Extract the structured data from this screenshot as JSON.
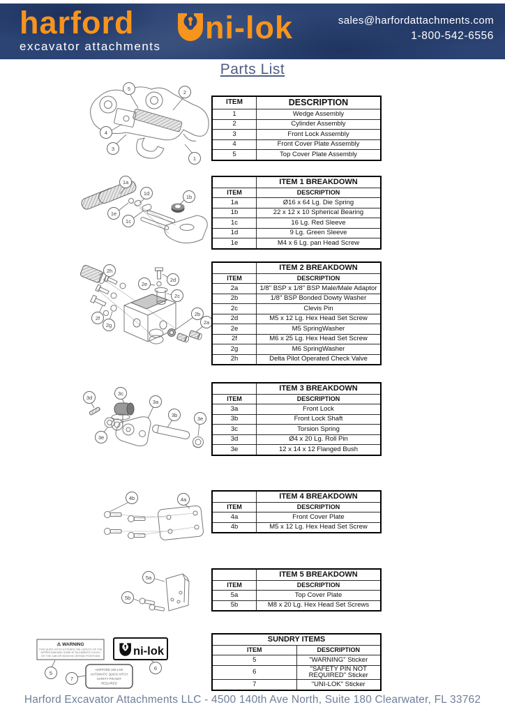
{
  "header": {
    "brand": "harford",
    "brand_sub": "excavator attachments",
    "logo_rest": "ni-lok",
    "email": "sales@harfordattachments.com",
    "phone": "1-800-542-6556"
  },
  "page_title": "Parts List",
  "tables": [
    {
      "title": "",
      "full_span_title": false,
      "headers": [
        "ITEM",
        "DESCRIPTION"
      ],
      "rows": [
        [
          "1",
          "Wedge Assembly"
        ],
        [
          "2",
          "Cylinder Assembly"
        ],
        [
          "3",
          "Front Lock Assembly"
        ],
        [
          "4",
          "Front Cover Plate Assembly"
        ],
        [
          "5",
          "Top Cover Plate Assembly"
        ]
      ]
    },
    {
      "title": "ITEM 1 BREAKDOWN",
      "full_span_title": false,
      "headers": [
        "ITEM",
        "DESCRIPTION"
      ],
      "rows": [
        [
          "1a",
          "Ø16 x 64 Lg. Die Spring"
        ],
        [
          "1b",
          "22 x 12 x 10 Spherical Bearing"
        ],
        [
          "1c",
          "16 Lg. Red Sleeve"
        ],
        [
          "1d",
          "9 Lg. Green Sleeve"
        ],
        [
          "1e",
          "M4 x 6 Lg. pan Head Screw"
        ]
      ]
    },
    {
      "title": "ITEM 2 BREAKDOWN",
      "full_span_title": false,
      "headers": [
        "ITEM",
        "DESCRIPTION"
      ],
      "rows": [
        [
          "2a",
          "1/8\" BSP x 1/8\" BSP Male/Male Adaptor"
        ],
        [
          "2b",
          "1/8\" BSP Bonded Dowty Washer"
        ],
        [
          "2c",
          "Clevis Pin"
        ],
        [
          "2d",
          "M5 x 12 Lg. Hex Head Set Screw"
        ],
        [
          "2e",
          "M5 SpringWasher"
        ],
        [
          "2f",
          "M6 x 25 Lg. Hex Head Set Screw"
        ],
        [
          "2g",
          "M6 SpringWasher"
        ],
        [
          "2h",
          "Delta Pilot Operated Check Valve"
        ]
      ]
    },
    {
      "title": "ITEM 3 BREAKDOWN",
      "full_span_title": false,
      "headers": [
        "ITEM",
        "DESCRIPTION"
      ],
      "rows": [
        [
          "3a",
          "Front Lock"
        ],
        [
          "3b",
          "Front Lock Shaft"
        ],
        [
          "3c",
          "Torsion Spring"
        ],
        [
          "3d",
          "Ø4 x 20 Lg. Roll Pin"
        ],
        [
          "3e",
          "12 x 14 x 12 Flanged Bush"
        ]
      ]
    },
    {
      "title": "ITEM 4 BREAKDOWN",
      "full_span_title": false,
      "headers": [
        "ITEM",
        "DESCRIPTION"
      ],
      "rows": [
        [
          "4a",
          "Front Cover Plate"
        ],
        [
          "4b",
          "M5 x 12 Lg. Hex Head Set Screw"
        ]
      ]
    },
    {
      "title": "ITEM 5 BREAKDOWN",
      "full_span_title": false,
      "headers": [
        "ITEM",
        "DESCRIPTION"
      ],
      "rows": [
        [
          "5a",
          "Top Cover Plate"
        ],
        [
          "5b",
          "M8 x 20 Lg. Hex Head Set Screws"
        ]
      ]
    },
    {
      "title": "SUNDRY ITEMS",
      "full_span_title": true,
      "headers": [
        "ITEM",
        "DESCRIPTION"
      ],
      "rows": [
        [
          "5",
          "\"WARNING\" Sticker"
        ],
        [
          "6",
          "\"SAFETY PIN NOT REQUIRED\" Sticker"
        ],
        [
          "7",
          "\"UNI-LOK\" Sticker"
        ]
      ]
    }
  ],
  "diagrams": {
    "main": {
      "balloons": [
        "5",
        "2",
        "4",
        "3",
        "1"
      ]
    },
    "item1": {
      "balloons": [
        "1a",
        "1d",
        "1b",
        "1e",
        "1c"
      ]
    },
    "item2": {
      "balloons": [
        "2h",
        "2e",
        "2d",
        "2c",
        "2f",
        "2g",
        "2b",
        "2a"
      ]
    },
    "item3": {
      "balloons": [
        "3d",
        "3c",
        "3a",
        "3b",
        "3e",
        "3e"
      ]
    },
    "item4": {
      "balloons": [
        "4b",
        "4a"
      ]
    },
    "item5": {
      "balloons": [
        "5a",
        "5b"
      ]
    },
    "sundry": {
      "balloons": [
        "5",
        "7",
        "6"
      ]
    }
  },
  "stickers": {
    "warning_title": "⚠ WARNING",
    "warning_lines": [
      "THIS QUICK HITCH EXTENDS THE LENGTH OF THE",
      "DIPPER ARM AND SOME ATTACHMENTS COULD",
      "HIT THE CAB OR BOOM IN CERTAIN POSITIONS"
    ],
    "unilok_text": "ni-lok",
    "safety_lines": [
      "HARFORD UNI-LOK",
      "AUTOMATIC QUICK HITCH",
      "SAFETY PIN NOT",
      "REQUIRED"
    ]
  },
  "footer": "Harford Excavator Attachments LLC - 4500 140th Ave North, Suite 180 Clearwater, FL 33762",
  "colors": {
    "banner_navy": "#2c4474",
    "brand_orange": "#f7941d",
    "title_blue": "#4d5d84",
    "footer_blue": "#6f7e98"
  }
}
